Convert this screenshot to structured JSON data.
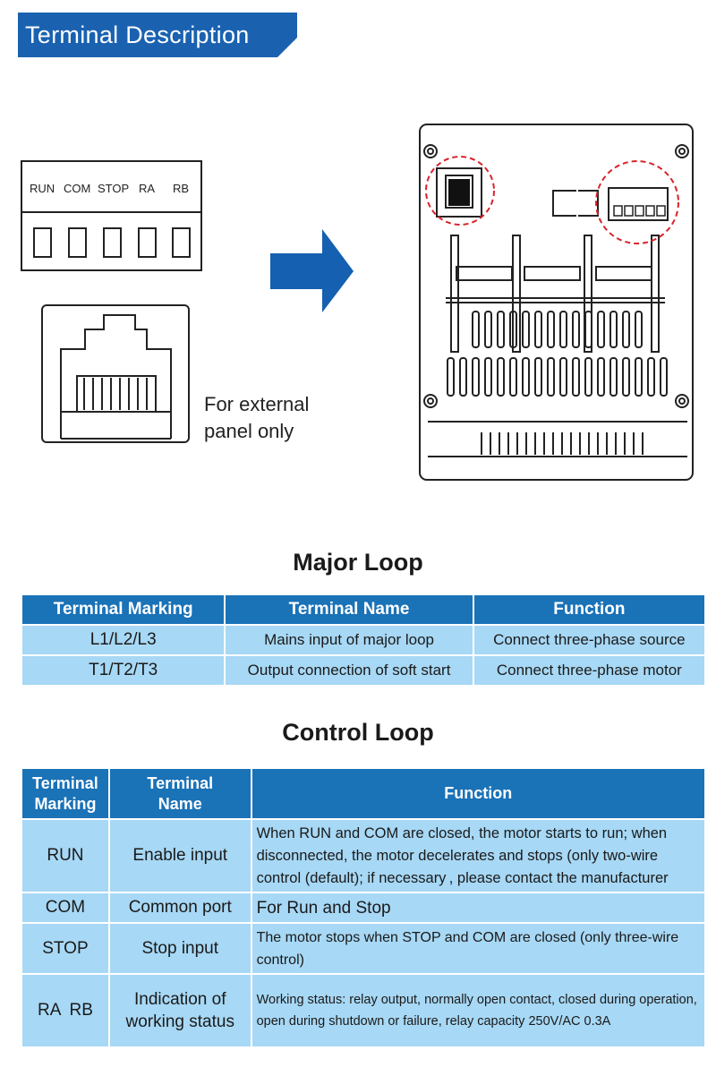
{
  "banner": {
    "title": "Terminal Description",
    "color": "#1a62b0"
  },
  "diagram": {
    "terminal_labels": [
      "RUN",
      "COM",
      "STOP",
      "RA",
      "RB"
    ],
    "external_note_line1": "For external",
    "external_note_line2": "panel only"
  },
  "major_loop": {
    "title": "Major Loop",
    "headers": [
      "Terminal Marking",
      "Terminal Name",
      "Function"
    ],
    "rows": [
      {
        "marking": "L1/L2/L3",
        "name": "Mains input of major loop",
        "function": "Connect three-phase source"
      },
      {
        "marking": "T1/T2/T3",
        "name": "Output connection of soft start",
        "function": "Connect three-phase motor"
      }
    ]
  },
  "control_loop": {
    "title": "Control Loop",
    "headers": {
      "marking_line1": "Terminal",
      "marking_line2": "Marking",
      "name_line1": "Terminal",
      "name_line2": "Name",
      "function": "Function"
    },
    "rows": [
      {
        "marking": "RUN",
        "name": "Enable input",
        "function": "When RUN and COM are closed, the motor starts to run; when disconnected, the motor decelerates and stops (only two-wire control (default); if necessary , please contact the manufacturer"
      },
      {
        "marking": "COM",
        "name": "Common port",
        "function": "For Run and Stop"
      },
      {
        "marking": "STOP",
        "name": "Stop input",
        "function": "The motor stops when STOP and COM are closed (only three-wire control)"
      },
      {
        "marking": "RA  RB",
        "name_line1": "Indication of",
        "name_line2": "working status",
        "function": "Working status: relay output, normally open contact, closed during operation, open during shutdown or failure, relay capacity 250V/AC 0.3A"
      }
    ]
  },
  "colors": {
    "header_blue": "#1a72b7",
    "cell_blue": "#a7d8f5",
    "arrow_blue": "#1560b0",
    "callout_red": "#d8232a"
  }
}
